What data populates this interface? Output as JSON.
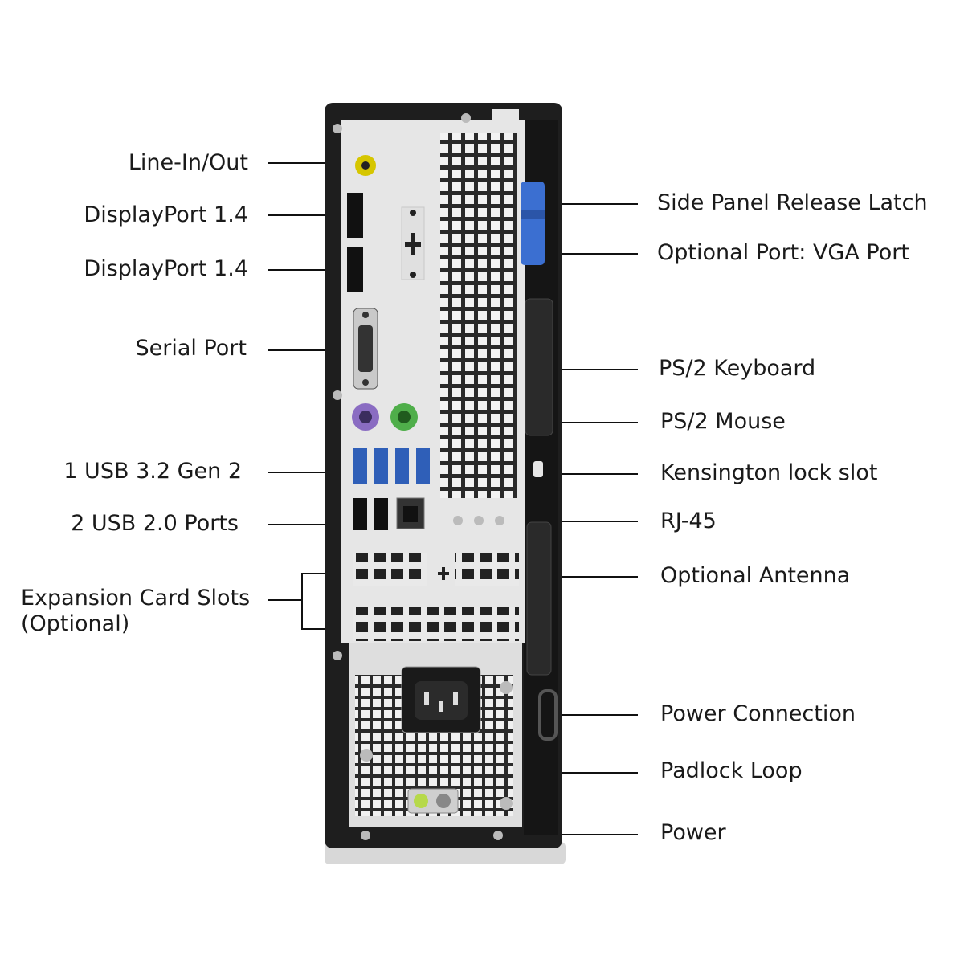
{
  "labels_left": [
    {
      "id": "line-in-out",
      "text": "Line-In/Out"
    },
    {
      "id": "displayport-1",
      "text": "DisplayPort 1.4"
    },
    {
      "id": "displayport-2",
      "text": "DisplayPort 1.4"
    },
    {
      "id": "serial-port",
      "text": "Serial Port"
    },
    {
      "id": "usb-32",
      "text": "1 USB 3.2 Gen 2"
    },
    {
      "id": "usb-20",
      "text": "2 USB 2.0 Ports"
    },
    {
      "id": "expansion-1",
      "text": "Expansion Card Slots"
    },
    {
      "id": "expansion-2",
      "text": "(Optional)"
    }
  ],
  "labels_right": [
    {
      "id": "side-panel-latch",
      "text": "Side Panel Release Latch"
    },
    {
      "id": "vga-port",
      "text": "Optional Port: VGA Port"
    },
    {
      "id": "ps2-keyboard",
      "text": "PS/2 Keyboard"
    },
    {
      "id": "ps2-mouse",
      "text": "PS/2 Mouse"
    },
    {
      "id": "kensington",
      "text": "Kensington lock slot"
    },
    {
      "id": "rj45",
      "text": "RJ-45"
    },
    {
      "id": "antenna",
      "text": "Optional Antenna"
    },
    {
      "id": "power-connection",
      "text": "Power Connection"
    },
    {
      "id": "padlock-loop",
      "text": "Padlock Loop"
    },
    {
      "id": "power",
      "text": "Power"
    }
  ],
  "colors": {
    "chassis": "#1e1e1e",
    "plate": "#e6e6e6",
    "latch": "#3b6fd1",
    "usb3": "#2f5fb8",
    "ps2_keyboard": "#8a6cc2",
    "ps2_mouse": "#4fae4a",
    "line_in": "#d6c600",
    "power_button": "#b6d94a"
  }
}
